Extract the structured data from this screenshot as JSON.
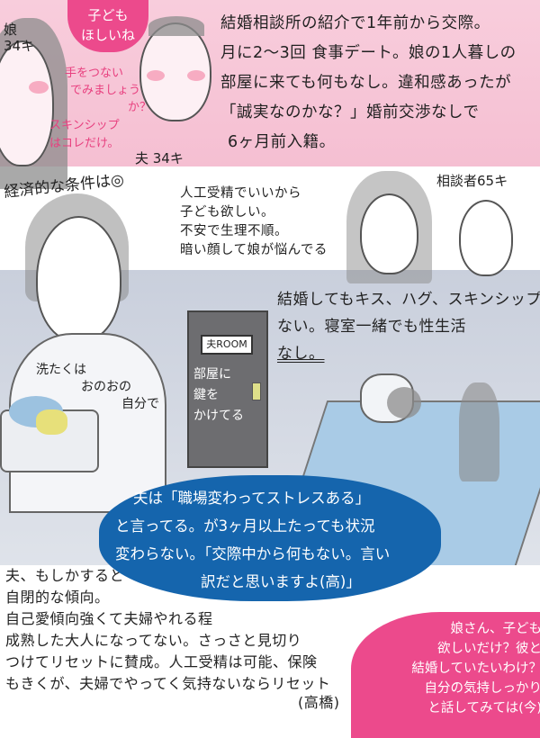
{
  "panel1": {
    "daughter_label": [
      "娘",
      "34キ"
    ],
    "husband_label": "夫 34キ",
    "pink_bubble": [
      "子ども",
      "ほしいね"
    ],
    "handhold_text": [
      "手をつない",
      "でみましょう",
      "か？"
    ],
    "skinship_text": [
      "スキンシップ",
      "はコレだけ。"
    ],
    "narration": [
      "結婚相談所の紹介で1年前から交際。",
      "月に2〜3回 食事デート。娘の1人暮しの",
      "部屋に来ても何もなし。違和感あったが",
      "「誠実なのかな？」婚前交渉なしで",
      "6ヶ月前入籍。"
    ]
  },
  "panel2": {
    "economic": "経済的な条件は◎",
    "consultant_label": "相談者65キ",
    "worry": [
      "人工受精でいいから",
      "子ども欲しい。",
      "不安で生理不順。",
      "暗い顔して娘が悩んでる"
    ]
  },
  "panel3": {
    "laundry": [
      "洗たくは",
      "おのおの",
      "自分で"
    ],
    "door_sign": "夫ROOM",
    "door_text": [
      "部屋に",
      "鍵を",
      "かけてる"
    ],
    "no_intimacy": [
      "結婚してもキス、ハグ、スキンシップ",
      "ない。寝室一緒でも性生活",
      "なし。"
    ]
  },
  "blue_bubble": [
    "夫は「職場変わってストレスある」",
    "と言ってる。が3ヶ月以上たっても状況",
    "変わらない。「交際中から何もない。言い",
    "訳だと思いますよ(高)」"
  ],
  "advice_takahashi": [
    "夫、もしかすると",
    "自閉的な傾向。",
    "自己愛傾向強くて夫婦やれる程",
    "成熟した大人になってない。さっさと見切り",
    "つけてリセットに賛成。人工受精は可能、保険",
    "もきくが、夫婦でやってく気持ないならリセット",
    "(高橋)"
  ],
  "advice_imai": [
    "娘さん、子ども",
    "欲しいだけ？彼と",
    "結婚していたいわけ？",
    "自分の気持しっかり",
    "と話してみては(今)"
  ],
  "colors": {
    "pink_bg": "#f7c6d7",
    "accent_pink": "#e8407f",
    "blue": "#1565ad",
    "gray_bg": "#ccd2de"
  }
}
